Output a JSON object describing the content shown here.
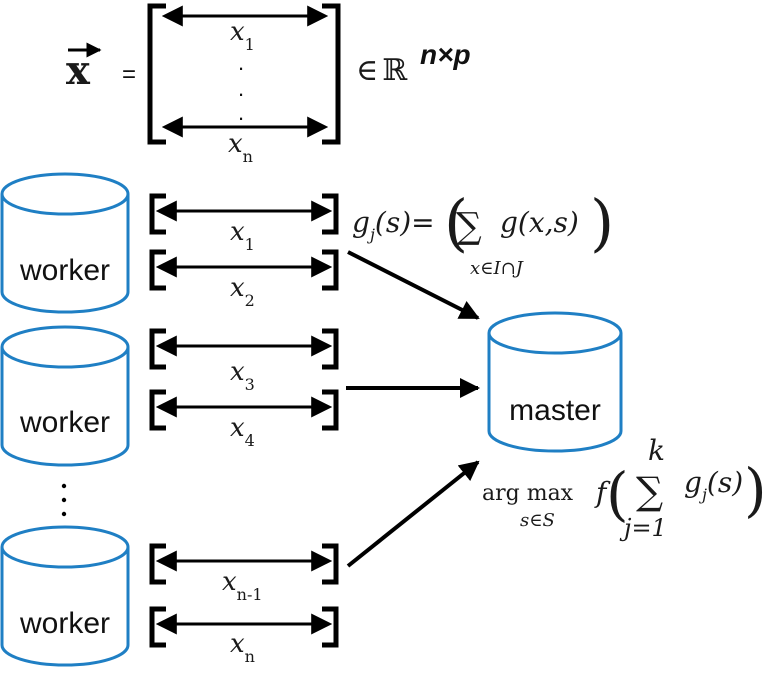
{
  "matrix": {
    "lhs": "x",
    "equals": "=",
    "rows": [
      {
        "base": "x",
        "sub": "1"
      },
      {
        "base": "x",
        "sub": "n"
      }
    ],
    "dots": ". . .",
    "in_symbol": "∈",
    "set": "ℝ",
    "dims": "n×p"
  },
  "workers": [
    {
      "label": "worker",
      "rows": [
        {
          "base": "x",
          "sub": "1"
        },
        {
          "base": "x",
          "sub": "2"
        }
      ]
    },
    {
      "label": "worker",
      "rows": [
        {
          "base": "x",
          "sub": "3"
        },
        {
          "base": "x",
          "sub": "4"
        }
      ]
    },
    {
      "label": "worker",
      "rows": [
        {
          "base": "x",
          "sub": "n-1"
        },
        {
          "base": "x",
          "sub": "n"
        }
      ]
    }
  ],
  "worker_dots": ". . .",
  "master": {
    "label": "master"
  },
  "formula_top": {
    "g": "g",
    "j": "j",
    "rest": "(s)",
    "equals": "=",
    "sum": "∑",
    "body": "g(x,s)",
    "sum_sub": "x∈I∩J"
  },
  "formula_bottom": {
    "arg": "arg max",
    "sub": "s∈S",
    "f": "f",
    "sum": "∑",
    "top": "k",
    "bottom": "j=1",
    "g": "g",
    "j": "j",
    "rest": "(s)"
  },
  "colors": {
    "cylinder_stroke": "#1f7fc4",
    "ink": "#000000"
  }
}
